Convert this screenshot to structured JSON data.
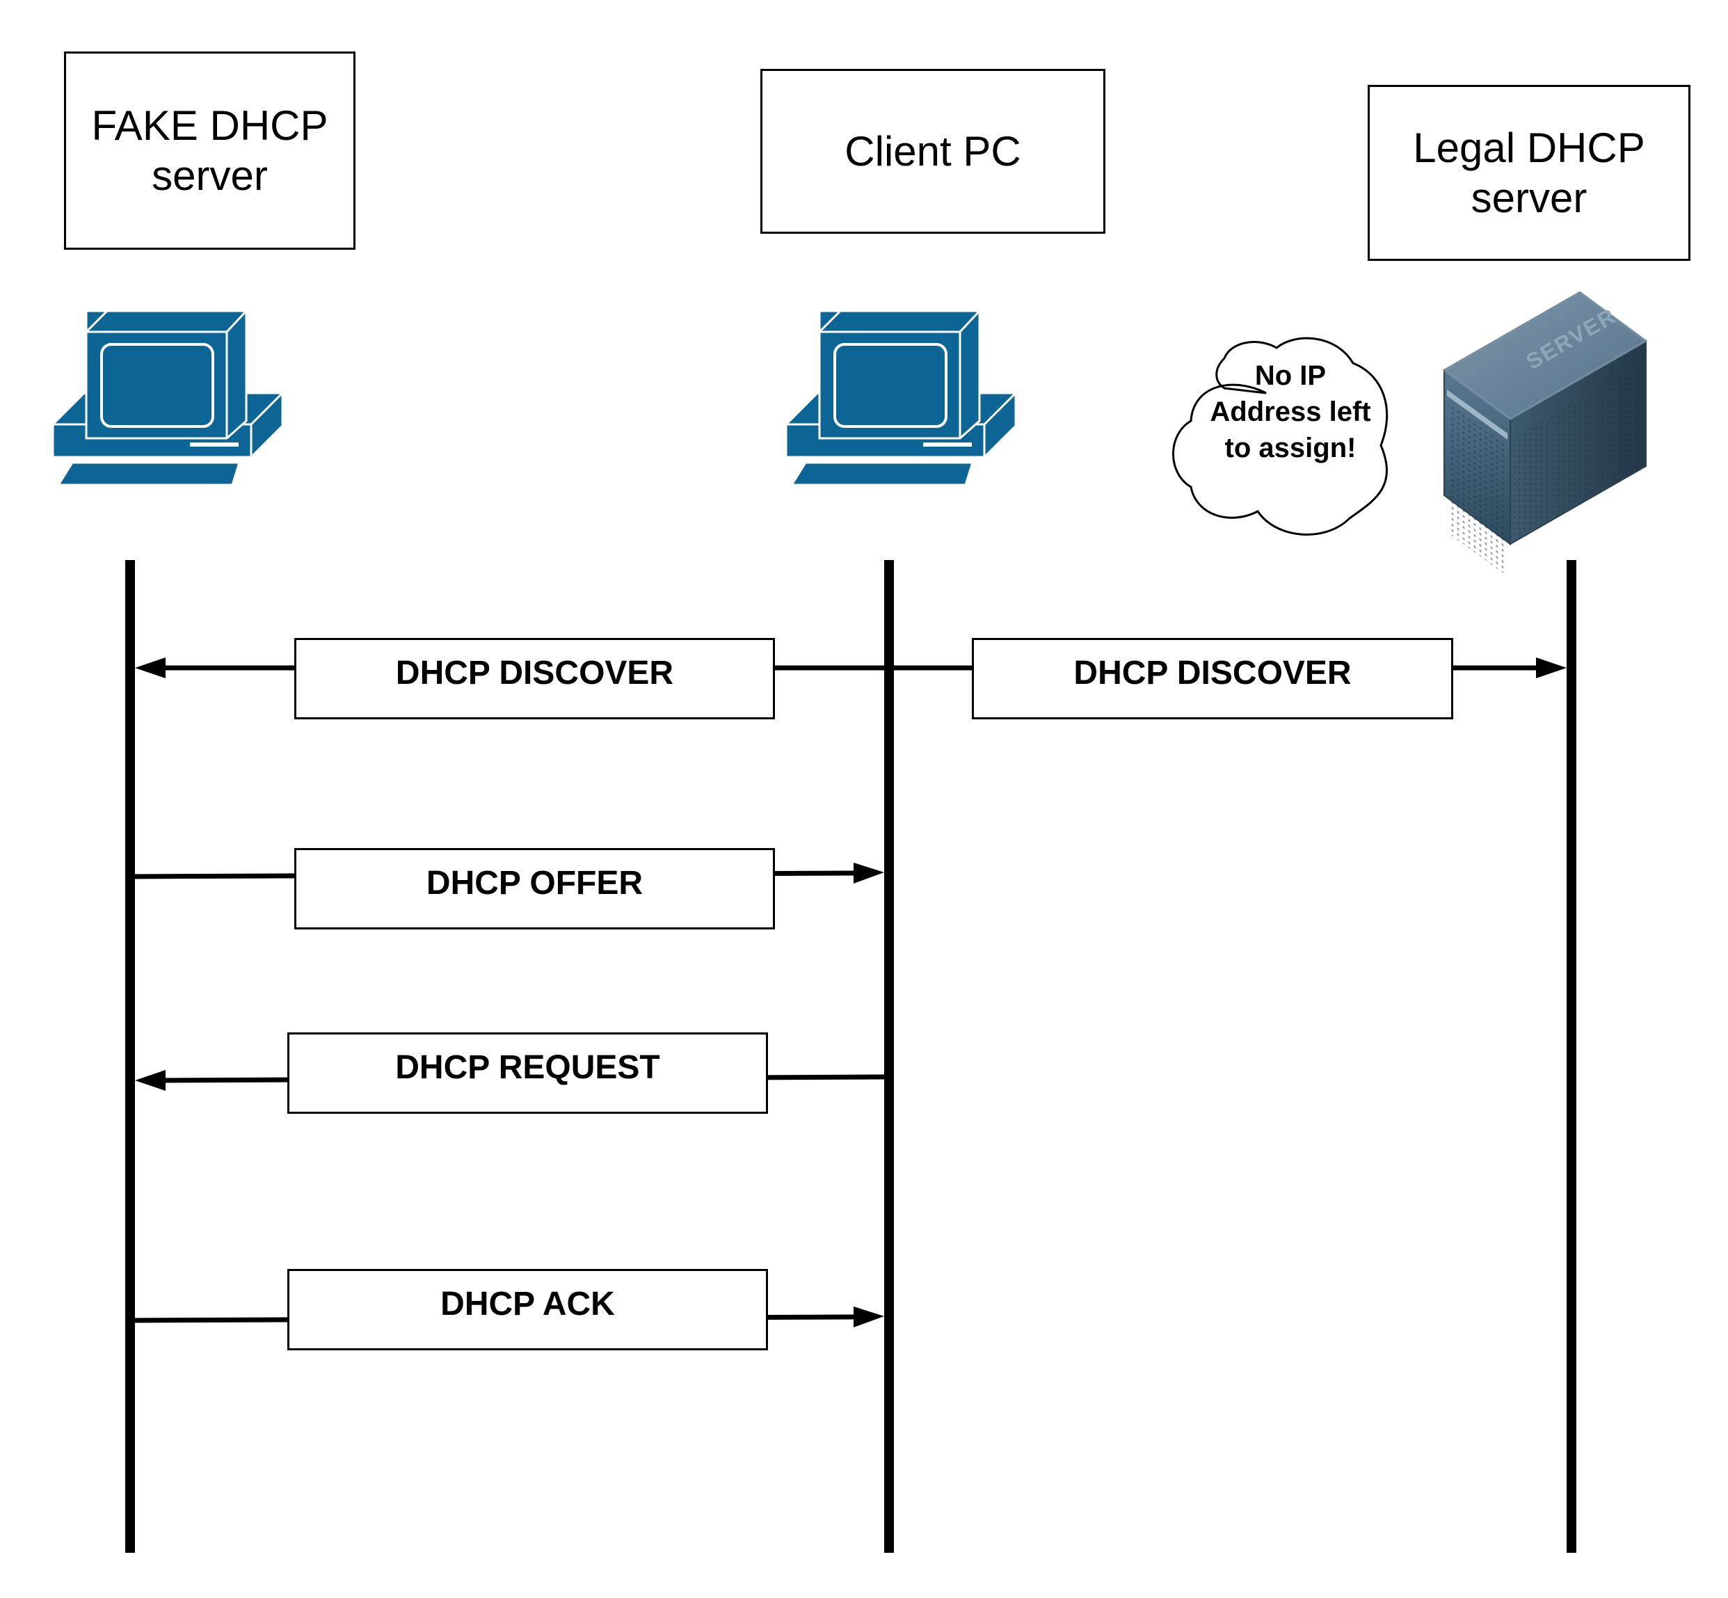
{
  "participants": [
    {
      "id": "fake",
      "label": "FAKE DHCP\nserver",
      "icon": "workstation-icon"
    },
    {
      "id": "client",
      "label": "Client PC",
      "icon": "workstation-icon"
    },
    {
      "id": "legal",
      "label": "Legal  DHCP\nserver",
      "icon": "server-icon"
    }
  ],
  "server_label": "SERVER",
  "note": {
    "text": "No IP\nAddress left\nto assign!"
  },
  "messages": [
    {
      "label": "DHCP DISCOVER",
      "from": "client",
      "to": "fake"
    },
    {
      "label": "DHCP DISCOVER",
      "from": "client",
      "to": "legal"
    },
    {
      "label": "DHCP OFFER",
      "from": "fake",
      "to": "client"
    },
    {
      "label": "DHCP REQUEST",
      "from": "client",
      "to": "fake"
    },
    {
      "label": "DHCP ACK",
      "from": "fake",
      "to": "client"
    }
  ],
  "colors": {
    "icon_blue": "#0d6596",
    "server_dark": "#3d5a6f",
    "line": "#000000"
  }
}
